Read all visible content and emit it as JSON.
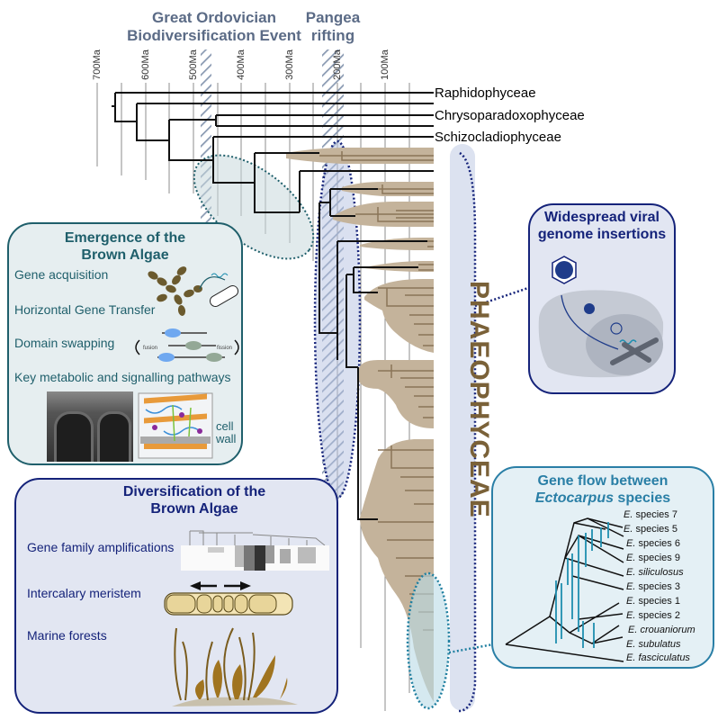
{
  "events": [
    {
      "label_line1": "Great Ordovician",
      "label_line2": "Biodiversification Event"
    },
    {
      "label_line1": "Pangea",
      "label_line2": "rifting"
    }
  ],
  "timescale": [
    "700Ma",
    "600Ma",
    "500Ma",
    "400Ma",
    "300Ma",
    "200Ma",
    "100Ma"
  ],
  "outgroups": [
    "Raphidophyceae",
    "Chrysoparadoxophyceae",
    "Schizocladiophyceae"
  ],
  "clade_label": "PHAEOPHYCEAE",
  "emergence_panel": {
    "title_line1": "Emergence of the",
    "title_line2": "Brown Algae",
    "items": [
      "Gene acquisition",
      "Horizontal Gene Transfer",
      "Domain swapping",
      "Key metabolic and signalling pathways"
    ],
    "fusion_label": "fusion",
    "fission_label": "fission",
    "cell_wall_label_line1": "cell",
    "cell_wall_label_line2": "wall"
  },
  "diversification_panel": {
    "title_line1": "Diversification of the",
    "title_line2": "Brown Algae",
    "items": [
      "Gene family amplifications",
      "Intercalary meristem",
      "Marine forests"
    ]
  },
  "viral_panel": {
    "title_line1": "Widespread viral",
    "title_line2": "genome insertions"
  },
  "geneflow_panel": {
    "title_line1": "Gene flow between",
    "title_italic": "Ectocarpus",
    "title_rest": " species",
    "species": [
      {
        "genus": "E.",
        "name": " species 7",
        "italic": false
      },
      {
        "genus": "E.",
        "name": " species 5",
        "italic": false
      },
      {
        "genus": "E.",
        "name": " species 6",
        "italic": false
      },
      {
        "genus": "E.",
        "name": " species 9",
        "italic": false
      },
      {
        "genus": "E.",
        "name": " siliculosus",
        "italic": true
      },
      {
        "genus": "E.",
        "name": " species 3",
        "italic": false
      },
      {
        "genus": "E.",
        "name": " species 1",
        "italic": false
      },
      {
        "genus": "E.",
        "name": " species 2",
        "italic": false
      },
      {
        "genus": "E.",
        "name": " crouaniorum",
        "italic": true
      },
      {
        "genus": "E.",
        "name": " subulatus",
        "italic": true
      },
      {
        "genus": "E.",
        "name": " fasciculatus",
        "italic": true
      }
    ]
  },
  "colors": {
    "event_text": "#5b6b86",
    "teal_panel_border": "#1f5f6b",
    "teal_panel_fill": "#e6eef0",
    "navy_panel_border": "#15237a",
    "navy_panel_fill": "#e2e6f2",
    "geneflow_border": "#2a7fa6",
    "geneflow_fill": "#e4f0f5",
    "clade_brown": "#7a6138",
    "clade_fill": "#c4b39b",
    "arrow_teal": "#1f8fb0"
  }
}
